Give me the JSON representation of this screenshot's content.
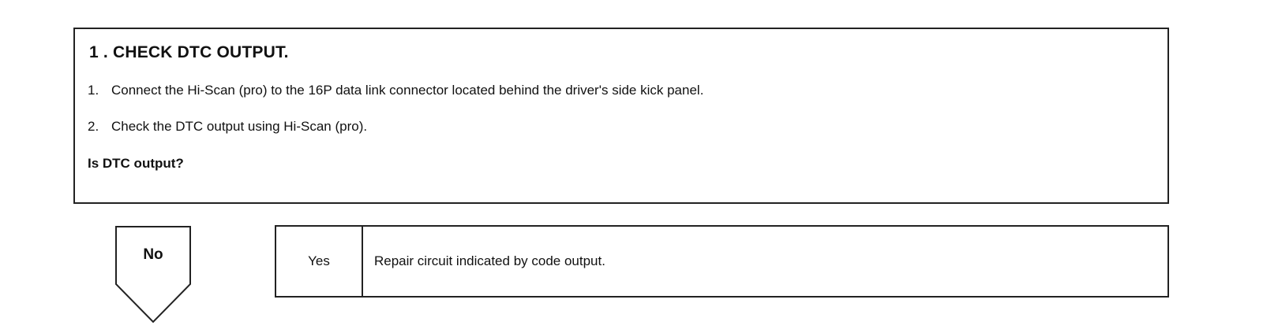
{
  "step": {
    "title": "1 . CHECK DTC OUTPUT.",
    "instructions": [
      {
        "num": "1.",
        "text": "Connect the Hi-Scan (pro) to the 16P data link connector  located behind the driver's side kick panel."
      },
      {
        "num": "2.",
        "text": "Check the DTC output using Hi-Scan (pro)."
      }
    ],
    "question": "Is DTC output?"
  },
  "branches": {
    "no_label": "No",
    "yes_label": "Yes",
    "yes_action": "Repair circuit indicated by code output."
  }
}
